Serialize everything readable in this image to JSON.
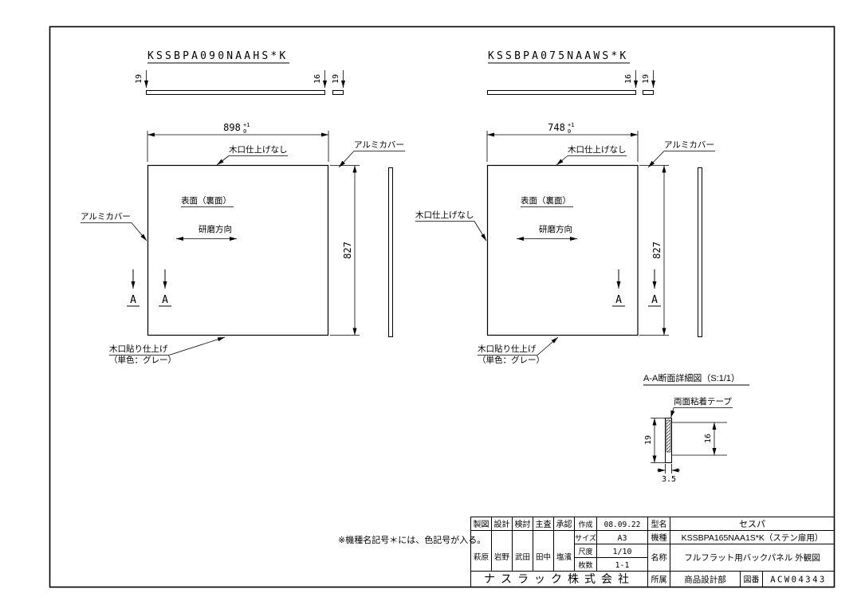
{
  "sheet": {
    "note": "※機種名記号＊には、色記号が入る。"
  },
  "panels": [
    {
      "part_number": "KSSBPA090NAAHS*K",
      "width": "898",
      "width_tol_upper": "+1",
      "width_tol_lower": "0",
      "height": "827",
      "thk_left": "19",
      "thk_mid": "16",
      "thk_right": "19",
      "top_edge_label": "木口仕上げなし",
      "top_right_label": "アルミカバー",
      "surface_label": "表面（裏面）",
      "side_label": "アルミカバー",
      "polish_label": "研磨方向",
      "section_marker": "A",
      "bottom_label_line1": "木口貼り仕上げ",
      "bottom_label_line2": "（単色：グレー）"
    },
    {
      "part_number": "KSSBPA075NAAWS*K",
      "width": "748",
      "width_tol_upper": "+1",
      "width_tol_lower": "0",
      "height": "827",
      "thk_mid": "16",
      "thk_right": "19",
      "top_edge_label": "木口仕上げなし",
      "top_right_label": "アルミカバー",
      "surface_label": "表面（裏面）",
      "side_label": "木口仕上げなし",
      "polish_label": "研磨方向",
      "section_marker": "A",
      "bottom_label_line1": "木口貼り仕上げ",
      "bottom_label_line2": "（単色：グレー）"
    }
  ],
  "section_detail": {
    "title": "A-A断面詳細図（S:1/1）",
    "tape_label": "両面粘着テープ",
    "dim_outer": "19",
    "dim_inner": "16",
    "dim_thickness": "3.5"
  },
  "title_block": {
    "role_headers": [
      "製図",
      "設計",
      "検討",
      "主査",
      "承認"
    ],
    "stamps": [
      "萩原",
      "岩野",
      "武田",
      "田中",
      "塩濱"
    ],
    "created_label": "作成",
    "created_value": "08.09.22",
    "size_label": "サイズ",
    "size_value": "A3",
    "scale_label": "尺度",
    "scale_value": "1/10",
    "sheets_label": "枚数",
    "sheets_value": "1-1",
    "type_label": "型名",
    "type_value": "セスパ",
    "model_label": "機種",
    "model_value": "KSSBPA165NAA1S*K（ステン扉用）",
    "name_label": "名称",
    "name_value": "フルフラット用バックパネル 外観図",
    "company": "ナスラック株式会社",
    "dept_label": "所属",
    "dept_value": "商品設計部",
    "drawing_no_label": "図番",
    "drawing_no_value": "ACW04343"
  }
}
